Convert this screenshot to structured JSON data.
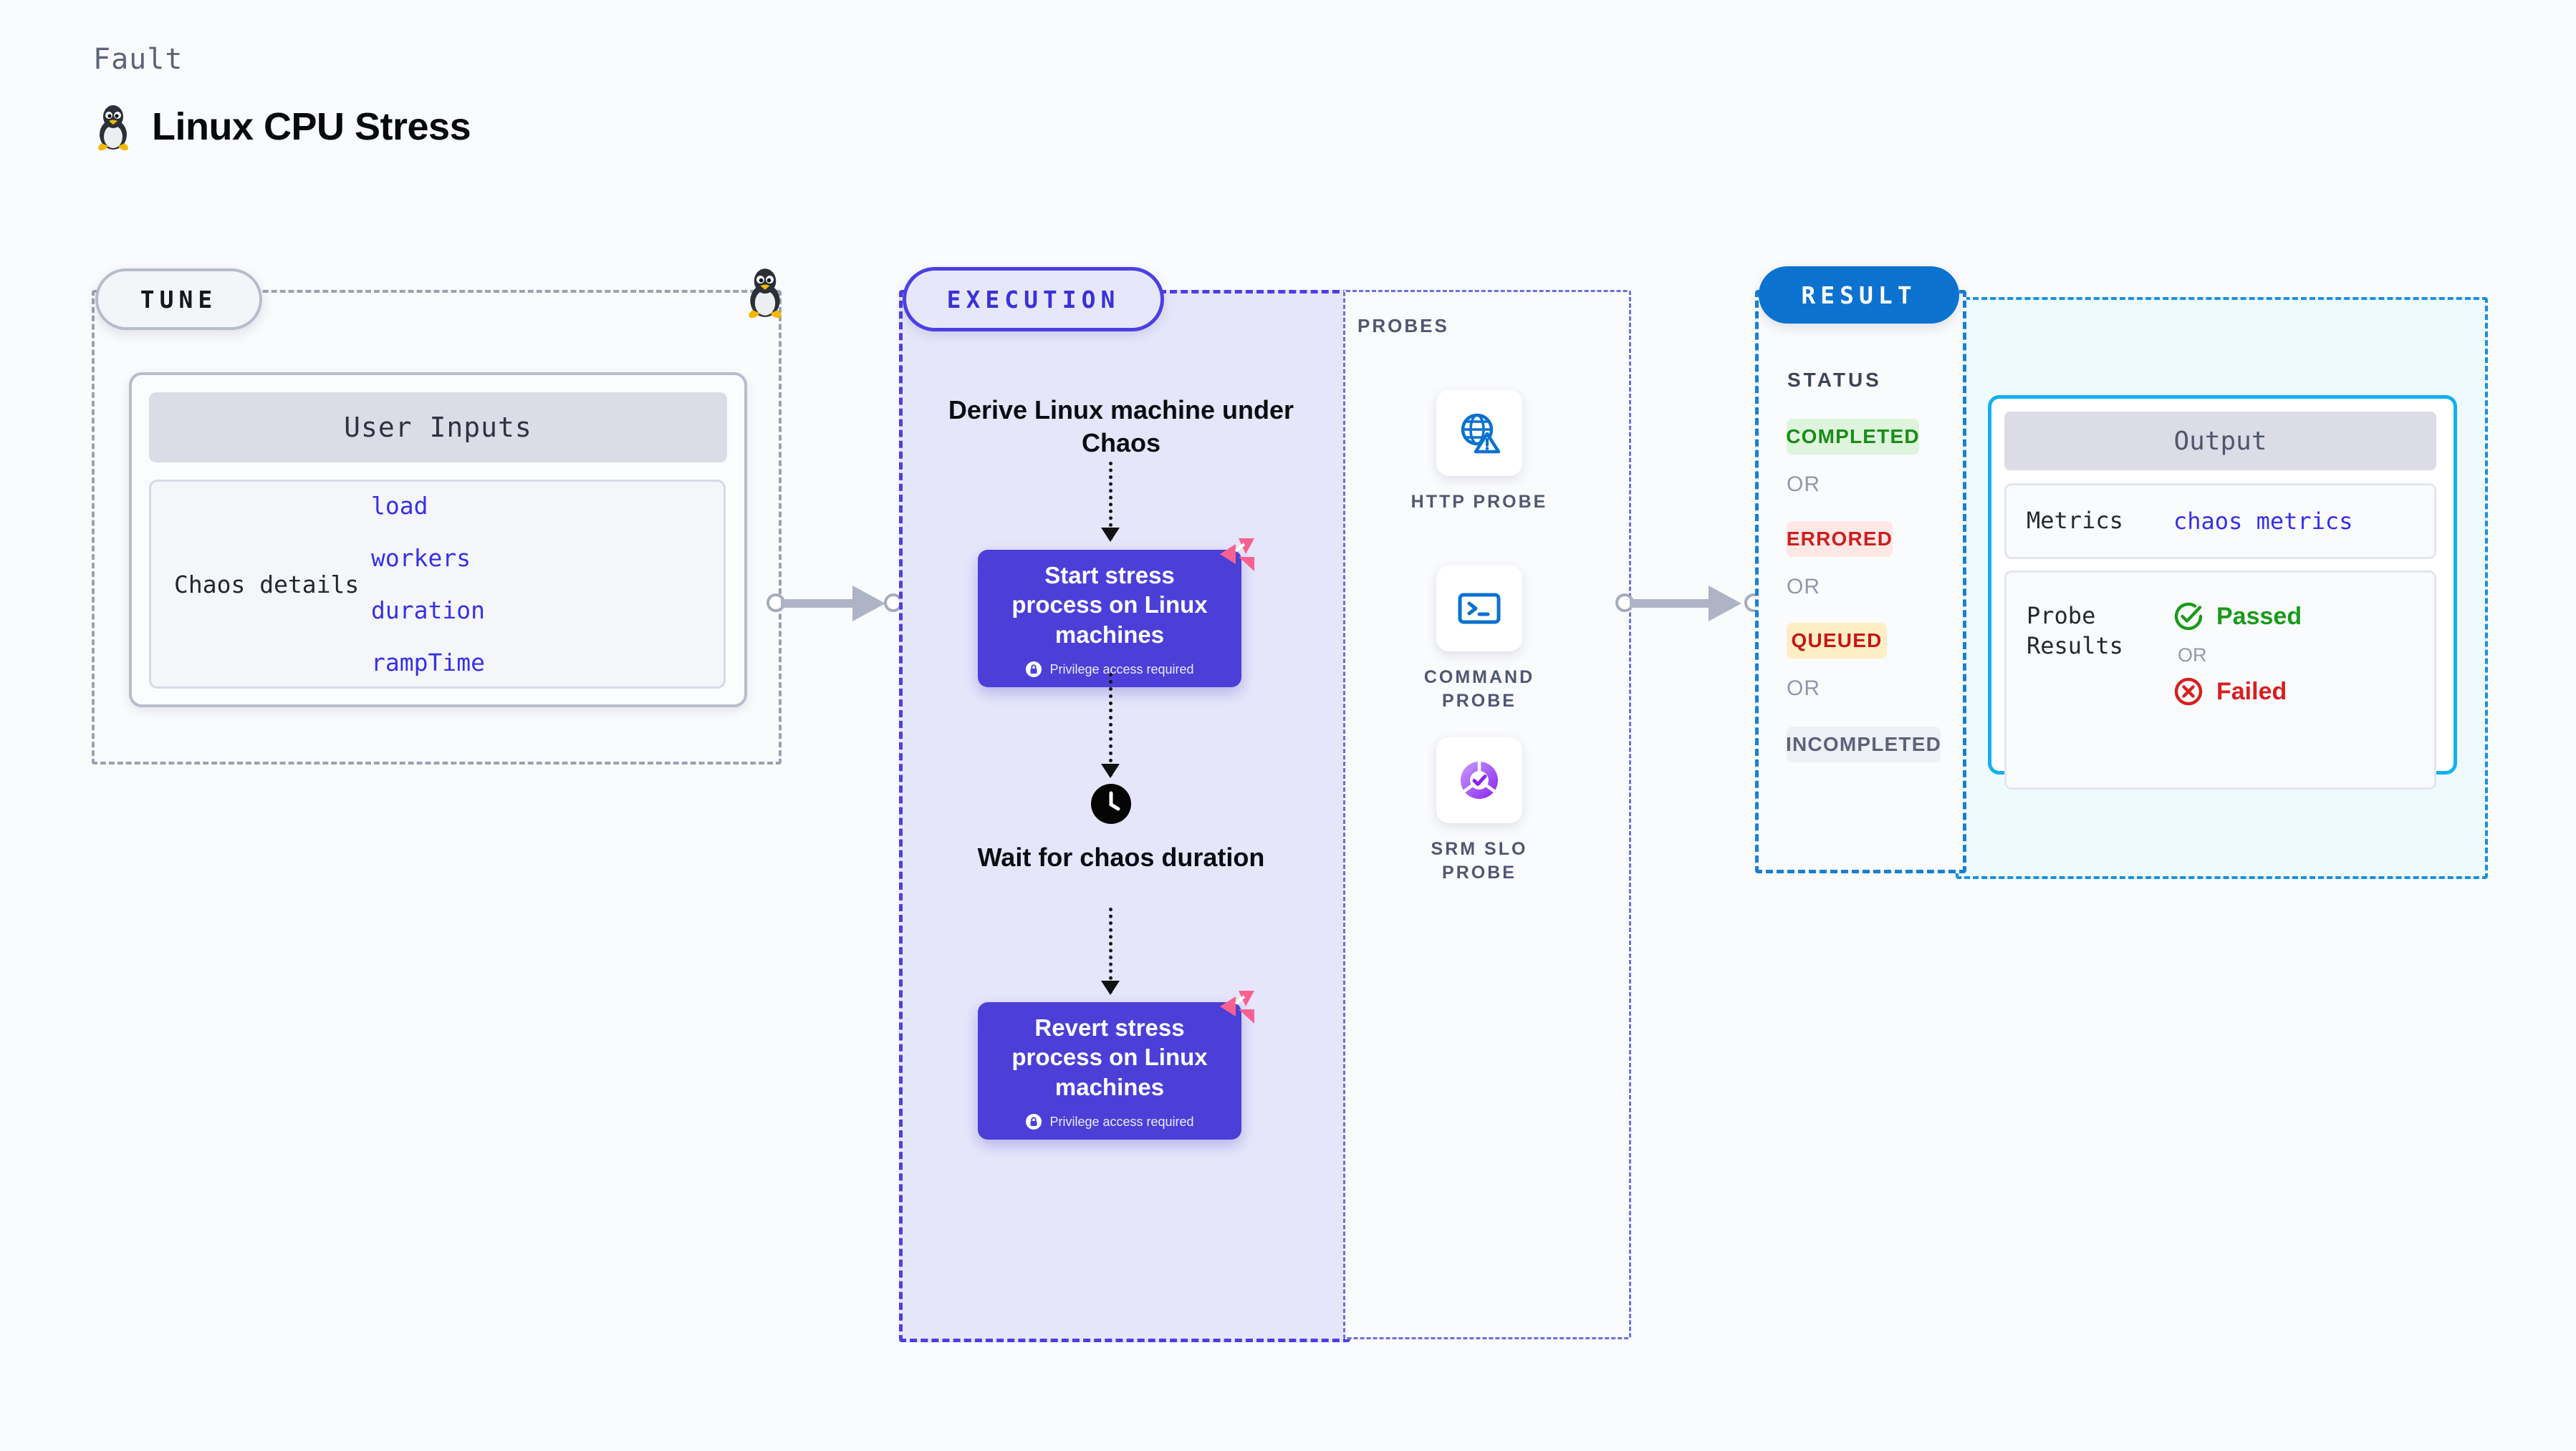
{
  "header": {
    "kicker": "Fault",
    "title": "Linux CPU Stress",
    "icon": "linux-penguin-icon"
  },
  "tune": {
    "pill_label": "TUNE",
    "card_header": "User Inputs",
    "details_label": "Chaos details",
    "details_values": [
      "load",
      "workers",
      "duration",
      "rampTime"
    ],
    "corner_icon": "linux-penguin-icon"
  },
  "execution": {
    "pill_label": "EXECUTION",
    "derive_step": "Derive Linux machine under Chaos",
    "start_card": {
      "title": "Start stress process on Linux machines",
      "note": "Privilege access required",
      "note_icon": "lock-icon",
      "corner_icon": "litmus-logo-icon"
    },
    "wait_step": {
      "label": "Wait for chaos duration",
      "icon": "clock-icon"
    },
    "revert_card": {
      "title": "Revert stress process on Linux machines",
      "note": "Privilege access required",
      "note_icon": "lock-icon",
      "corner_icon": "litmus-logo-icon"
    }
  },
  "probes": {
    "section_label": "PROBES",
    "items": [
      {
        "label": "HTTP PROBE",
        "icon": "globe-warning-icon"
      },
      {
        "label": "COMMAND PROBE",
        "icon": "terminal-icon"
      },
      {
        "label": "SRM SLO PROBE",
        "icon": "slo-donut-check-icon"
      }
    ]
  },
  "result": {
    "pill_label": "RESULT",
    "status_label": "STATUS",
    "or_label": "OR",
    "statuses": [
      {
        "label": "COMPLETED",
        "color": "#1a8c1a",
        "bg": "#dff4dc"
      },
      {
        "label": "ERRORED",
        "color": "#cc1f1f",
        "bg": "#fde8e6"
      },
      {
        "label": "QUEUED",
        "color": "#c41818",
        "bg": "#fdeec5"
      },
      {
        "label": "INCOMPLETED",
        "color": "#5c6278",
        "bg": "#eff0f5"
      }
    ],
    "output": {
      "header": "Output",
      "metrics_label": "Metrics",
      "metrics_value": "chaos metrics",
      "probe_results_label": "Probe Results",
      "passed_label": "Passed",
      "passed_icon": "check-circle-icon",
      "failed_label": "Failed",
      "failed_icon": "x-circle-icon",
      "or_label": "OR"
    }
  },
  "colors": {
    "purple": "#4b3fd8",
    "execution_accent": "#4b3fe4",
    "result_accent": "#0b72d0",
    "output_accent": "#12b0ee",
    "probe_blue": "#0b72d0",
    "slo_purple": "#9b4ff0",
    "litmus_pink": "#f8618f",
    "passed_green": "#1a9a1a",
    "failed_red": "#d81f1f"
  }
}
